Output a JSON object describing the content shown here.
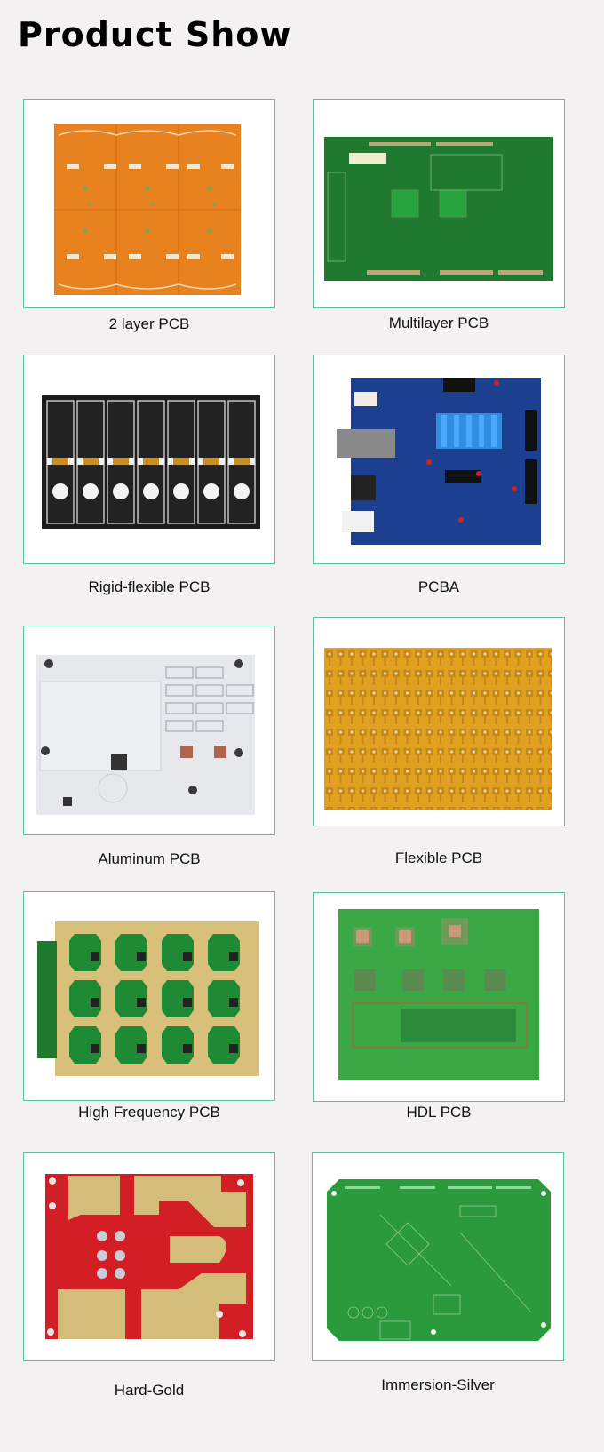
{
  "page": {
    "title": "Product Show",
    "border_color": "#5cc0a0",
    "background": "#f3f1f2"
  },
  "products": [
    {
      "label": "2 layer PCB",
      "image": "orange-2-layer-pcb-panel",
      "board_color": "#e8821e"
    },
    {
      "label": "Multilayer PCB",
      "image": "green-multilayer-pcb",
      "board_color": "#1f7a2f"
    },
    {
      "label": "Rigid-flexible PCB",
      "image": "black-rigid-flex-pcb-panel",
      "board_color": "#1c1c1c"
    },
    {
      "label": "PCBA",
      "image": "blue-assembled-pcba-board",
      "board_color": "#1d3f8f"
    },
    {
      "label": "Aluminum PCB",
      "image": "white-aluminum-pcb",
      "board_color": "#e6e8ec"
    },
    {
      "label": "Flexible PCB",
      "image": "yellow-flexible-pcb-sheet",
      "board_color": "#e0a020"
    },
    {
      "label": "High Frequency PCB",
      "image": "gold-high-frequency-pcb-panel",
      "board_color": "#d9c07a"
    },
    {
      "label": "HDL PCB",
      "image": "green-hdl-pcb",
      "board_color": "#3aa845"
    },
    {
      "label": "Hard-Gold",
      "image": "red-hard-gold-pcb",
      "board_color": "#d41e26"
    },
    {
      "label": "Immersion-Silver",
      "image": "green-immersion-silver-pcb",
      "board_color": "#2a9a3c"
    }
  ]
}
